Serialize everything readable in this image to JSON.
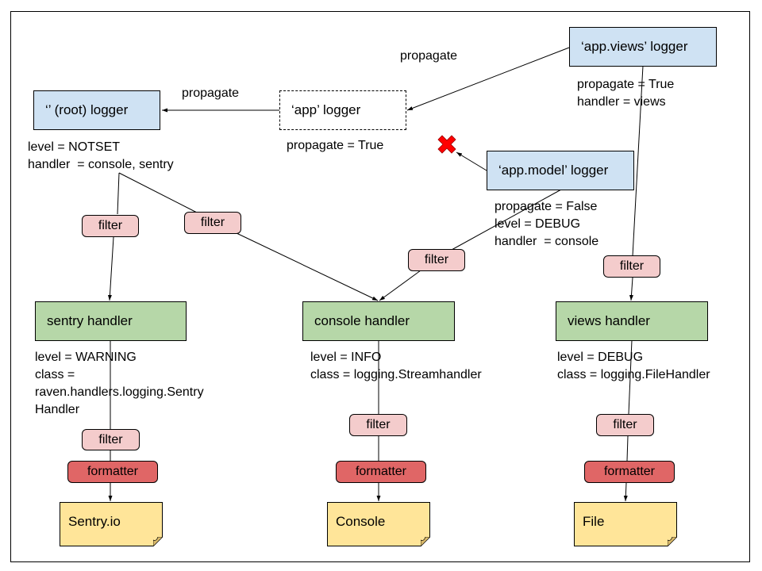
{
  "loggers": {
    "root": {
      "label": "‘’ (root) logger",
      "props": [
        "level = NOTSET",
        "handler  = console, sentry"
      ]
    },
    "app": {
      "label": "‘app’ logger",
      "props": [
        "propagate = True"
      ]
    },
    "app_views": {
      "label": "‘app.views’ logger",
      "props": [
        "propagate = True",
        "handler = views"
      ]
    },
    "app_model": {
      "label": "‘app.model’ logger",
      "props": [
        "propagate = False",
        "level = DEBUG",
        "handler  = console"
      ]
    }
  },
  "edge_labels": {
    "app_to_root": "propagate",
    "views_to_app": "propagate"
  },
  "handlers": {
    "sentry": {
      "label": "sentry handler",
      "props": [
        "level = WARNING",
        "class =",
        "raven.handlers.logging.Sentry",
        "Handler"
      ]
    },
    "console": {
      "label": "console handler",
      "props": [
        "level = INFO",
        "class = logging.Streamhandler"
      ]
    },
    "views": {
      "label": "views handler",
      "props": [
        "level = DEBUG",
        "class = logging.FileHandler"
      ]
    }
  },
  "filter_label": "filter",
  "formatter_label": "formatter",
  "outputs": {
    "sentry": "Sentry.io",
    "console": "Console",
    "file": "File"
  },
  "colors": {
    "logger": "#cfe2f3",
    "handler": "#b6d7a8",
    "filter": "#f4cccc",
    "formatter": "#e06666",
    "output": "#ffe599",
    "blocked": "#ff0000"
  }
}
